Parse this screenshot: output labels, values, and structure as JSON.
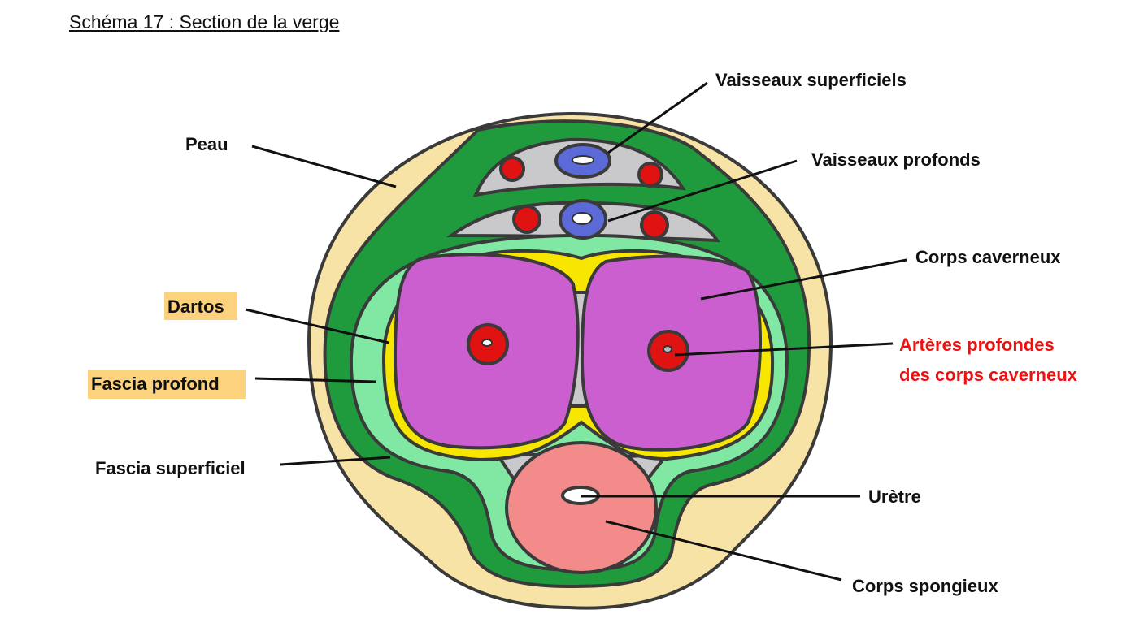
{
  "title": "Schéma 17 : Section de la verge",
  "labels": {
    "vaisseaux_superficiels": "Vaisseaux superficiels",
    "peau": "Peau",
    "vaisseaux_profonds": "Vaisseaux profonds",
    "corps_caverneux": "Corps caverneux",
    "dartos": "Dartos",
    "arteres_line1": "Artères profondes",
    "arteres_line2": "des corps caverneux",
    "fascia_profond": "Fascia profond",
    "fascia_superficiel": "Fascia superficiel",
    "uretre": "Urètre",
    "corps_spongieux": "Corps spongieux"
  },
  "colors": {
    "skin": "#f8e3a6",
    "dark_green": "#1f9a3c",
    "light_green": "#80e8a2",
    "yellow": "#f6e600",
    "purple": "#cc5fd0",
    "gray": "#c9c9cc",
    "pink": "#f48b8b",
    "artery_red": "#e01212",
    "vein_blue": "#5b6ad6",
    "highlight": "#fcd27e",
    "red_label": "#ee1111"
  }
}
